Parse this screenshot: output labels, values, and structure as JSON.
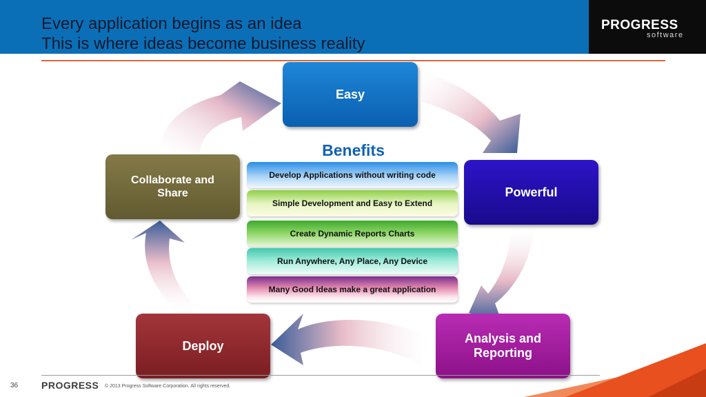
{
  "header": {
    "title_line1": "Every application begins as an idea",
    "title_line2": "This is where ideas become business reality",
    "background": "#0b6fb8"
  },
  "logo": {
    "main": "PROGRESS",
    "sub": "software"
  },
  "cycle": {
    "nodes": {
      "easy": "Easy",
      "powerful": "Powerful",
      "analysis_line1": "Analysis and",
      "analysis_line2": "Reporting",
      "deploy": "Deploy",
      "collab_line1": "Collaborate and",
      "collab_line2": "Share"
    }
  },
  "benefits": {
    "title": "Benefits",
    "items": [
      "Develop  Applications without writing code",
      "Simple Development and Easy to Extend",
      "Create Dynamic Reports Charts",
      "Run Anywhere, Any Place, Any Device",
      "Many Good Ideas make a great application"
    ]
  },
  "footer": {
    "page_number": "36",
    "logo": "PROGRESS",
    "copyright": "© 2013 Progress Software Corporation. All rights reserved."
  },
  "colors": {
    "accent_orange": "#e8501f",
    "rule_orange": "#d9683a",
    "benefits_blue": "#1062b4"
  }
}
